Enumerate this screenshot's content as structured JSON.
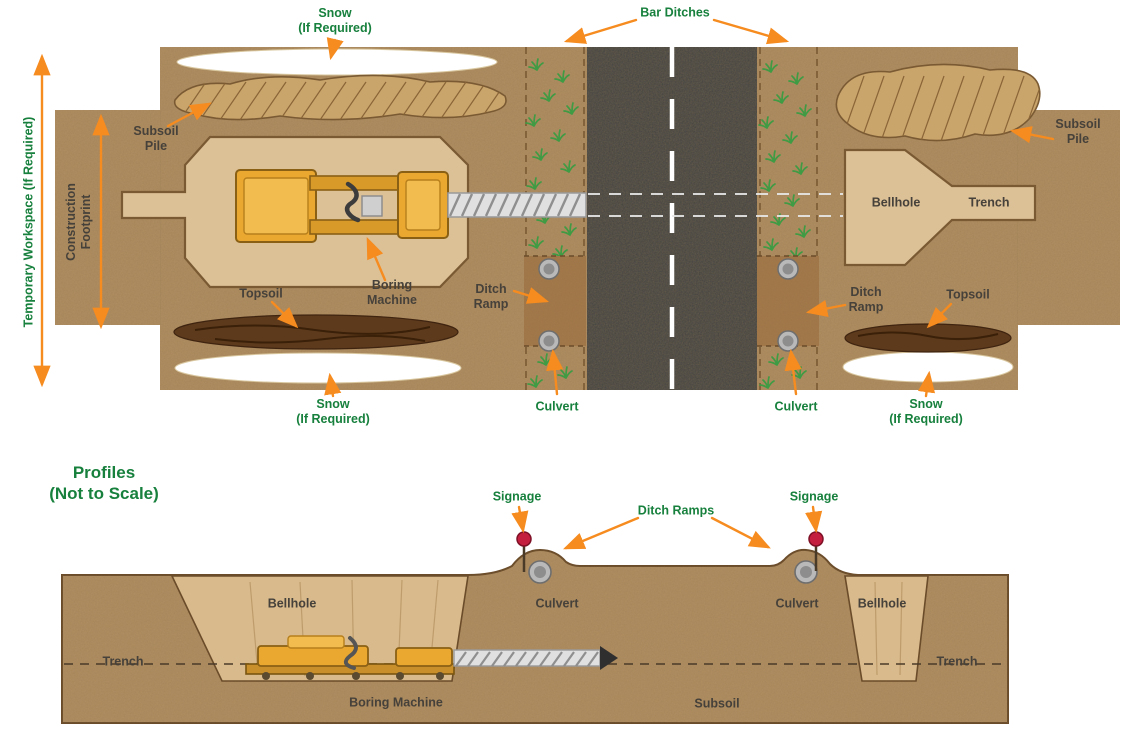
{
  "colors": {
    "arrow_orange": "#f68b1f",
    "label_green": "#17803d",
    "label_dark": "#46413a",
    "ground_brown": "#b28f63",
    "excavation_tan": "#dcc096",
    "road_gray": "#3d3d3d",
    "road_centerline": "#ffffff",
    "grass_green": "#3f9b44",
    "topsoil_brown": "#5d3a1c",
    "subsoil_pile_tan": "#c9a46b",
    "snow_white": "#ffffff",
    "machine_yellow": "#eba831",
    "auger_gray": "#e0e0e0",
    "culvert_gray": "#b9b9b9",
    "signage_red": "#c41f3e"
  },
  "plan": {
    "snow_top_label": "Snow\n(If Required)",
    "bar_ditches_label": "Bar Ditches",
    "subsoil_pile_left_label": "Subsoil\nPile",
    "subsoil_pile_right_label": "Subsoil\nPile",
    "temporary_workspace_label": "Temporary Workspace (If Required)",
    "construction_footprint_label": "Construction\nFootprint",
    "topsoil_left_label": "Topsoil",
    "topsoil_right_label": "Topsoil",
    "boring_machine_label": "Boring\nMachine",
    "ditch_ramp_left_label": "Ditch\nRamp",
    "ditch_ramp_right_label": "Ditch\nRamp",
    "culvert_left_label": "Culvert",
    "culvert_right_label": "Culvert",
    "bellhole_label": "Bellhole",
    "trench_label": "Trench",
    "snow_bottom_left_label": "Snow\n(If Required)",
    "snow_bottom_right_label": "Snow\n(If Required)"
  },
  "profile": {
    "title": "Profiles\n(Not to Scale)",
    "signage_left_label": "Signage",
    "signage_right_label": "Signage",
    "ditch_ramps_label": "Ditch Ramps",
    "bellhole_left_label": "Bellhole",
    "bellhole_right_label": "Bellhole",
    "culvert_left_label": "Culvert",
    "culvert_right_label": "Culvert",
    "trench_left_label": "Trench",
    "trench_right_label": "Trench",
    "boring_machine_label": "Boring Machine",
    "subsoil_label": "Subsoil"
  }
}
